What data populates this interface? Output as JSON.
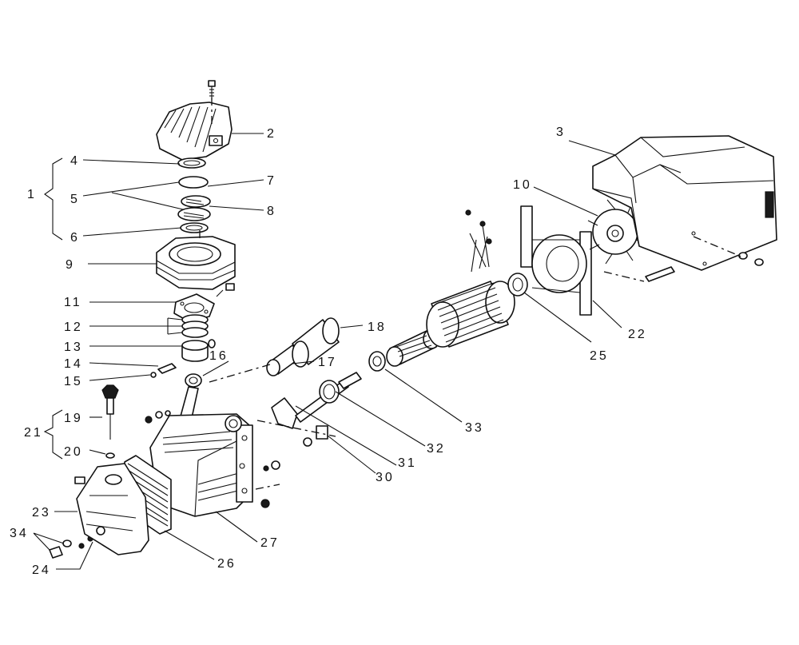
{
  "callouts": [
    {
      "id": "c1",
      "text": "1"
    },
    {
      "id": "c2",
      "text": "2"
    },
    {
      "id": "c3",
      "text": "3"
    },
    {
      "id": "c4",
      "text": "4"
    },
    {
      "id": "c5",
      "text": "5"
    },
    {
      "id": "c6",
      "text": "6"
    },
    {
      "id": "c7",
      "text": "7"
    },
    {
      "id": "c8",
      "text": "8"
    },
    {
      "id": "c9",
      "text": "9"
    },
    {
      "id": "c10",
      "text": "10"
    },
    {
      "id": "c11",
      "text": "11"
    },
    {
      "id": "c12",
      "text": "12"
    },
    {
      "id": "c13",
      "text": "13"
    },
    {
      "id": "c14",
      "text": "14"
    },
    {
      "id": "c15",
      "text": "15"
    },
    {
      "id": "c16",
      "text": "16"
    },
    {
      "id": "c17",
      "text": "17"
    },
    {
      "id": "c18",
      "text": "18"
    },
    {
      "id": "c19",
      "text": "19"
    },
    {
      "id": "c20",
      "text": "20"
    },
    {
      "id": "c21",
      "text": "21"
    },
    {
      "id": "c22",
      "text": "22"
    },
    {
      "id": "c23",
      "text": "23"
    },
    {
      "id": "c24",
      "text": "24"
    },
    {
      "id": "c25",
      "text": "25"
    },
    {
      "id": "c26",
      "text": "26"
    },
    {
      "id": "c27",
      "text": "27"
    },
    {
      "id": "c30",
      "text": "30"
    },
    {
      "id": "c31",
      "text": "31"
    },
    {
      "id": "c32",
      "text": "32"
    },
    {
      "id": "c33",
      "text": "33"
    },
    {
      "id": "c34",
      "text": "34"
    }
  ]
}
